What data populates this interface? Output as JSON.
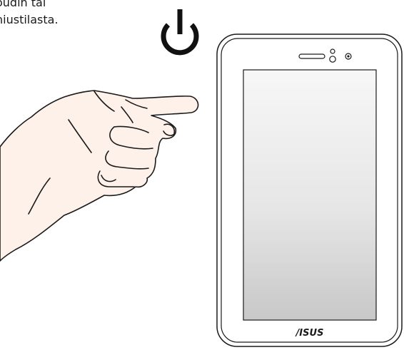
{
  "caption": {
    "line1": "oudin tai",
    "line2": "niustilasta."
  },
  "icons": {
    "power": "power-icon",
    "hand": "pointing-hand-icon",
    "speaker": "speaker-grille-icon",
    "sensor": "light-sensor-icon",
    "camera": "front-camera-icon"
  },
  "tablet": {
    "brand_logo": "/ISUS"
  },
  "colors": {
    "outline": "#1a1a1a",
    "screen_top": "#f7f7f7",
    "screen_bottom": "#c9c9c9",
    "skin": "#fdf1e9"
  }
}
